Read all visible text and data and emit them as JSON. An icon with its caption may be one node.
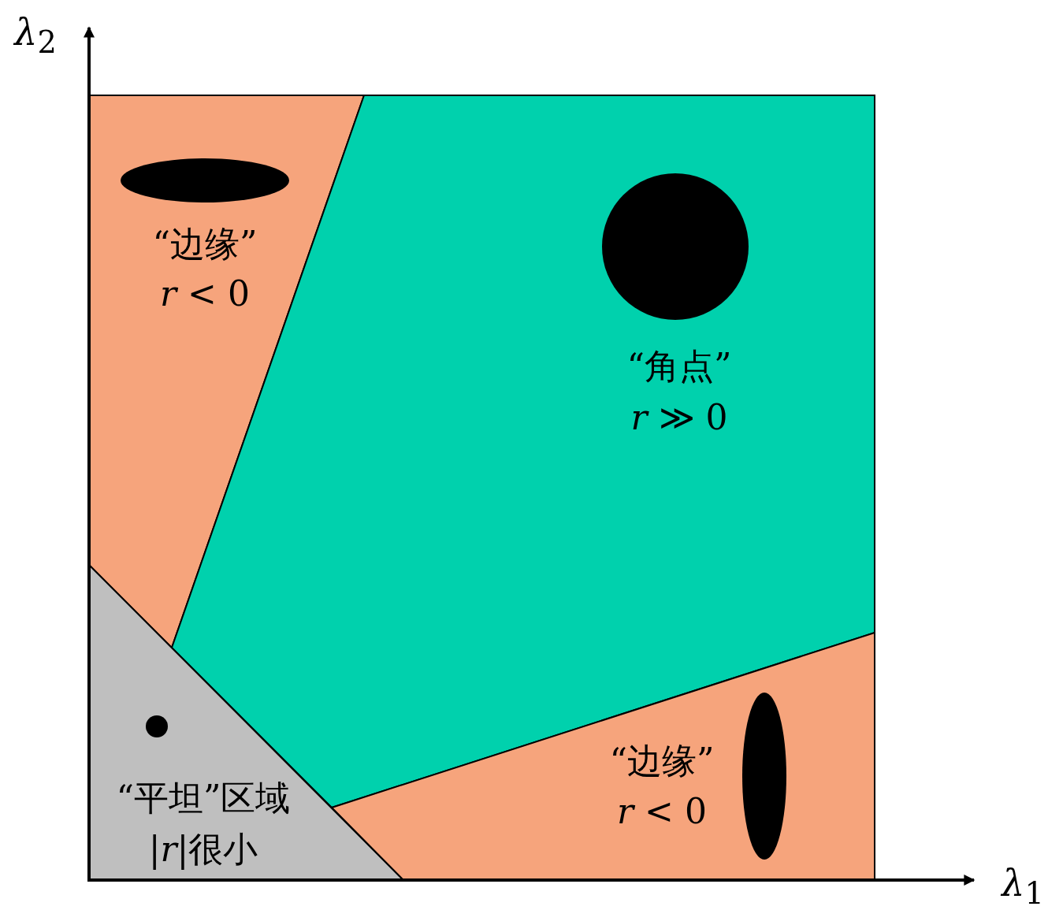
{
  "diagram": {
    "nodes": [
      {
        "text": [
          "“边缘”",
          "*r* < 0"
        ]
      },
      {
        "text": [
          "“角点”",
          "*r* ≫ 0"
        ]
      },
      {
        "text": [
          "“平坦”区域",
          "|*r*|很小"
        ]
      },
      {
        "text": [
          "“边缘”",
          "*r* < 0"
        ]
      },
      {
        "text": [],
        "shape": "ellipse",
        "in": 0
      },
      {
        "text": [],
        "shape": "circle",
        "in": 1
      },
      {
        "text": [],
        "shape": "circle",
        "in": 2
      },
      {
        "text": [],
        "shape": "ellipse",
        "in": 3
      }
    ],
    "labels": [
      "*λ*$_{2}$",
      "*λ*$_{1}$"
    ]
  }
}
